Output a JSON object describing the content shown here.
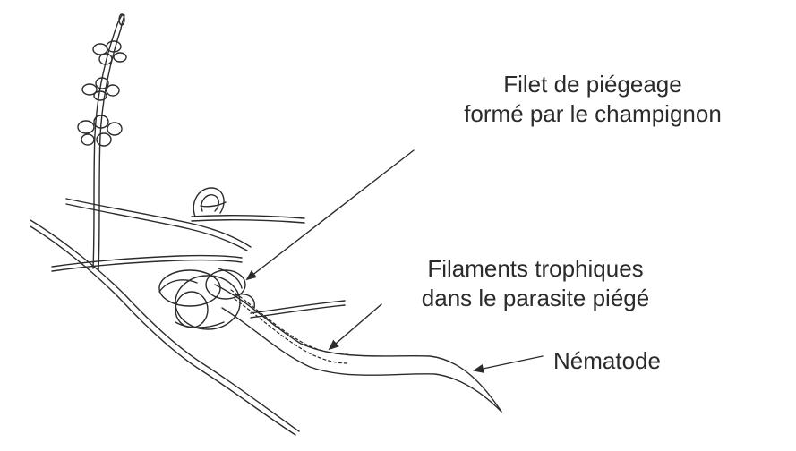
{
  "labels": {
    "net_line1": "Filet de piégeage",
    "net_line2": "formé par le champignon",
    "filaments_line1": "Filaments trophiques",
    "filaments_line2": "dans le parasite piégé",
    "nematode": "Nématode"
  },
  "colors": {
    "ink": "#2b2b2b",
    "background": "#ffffff"
  }
}
